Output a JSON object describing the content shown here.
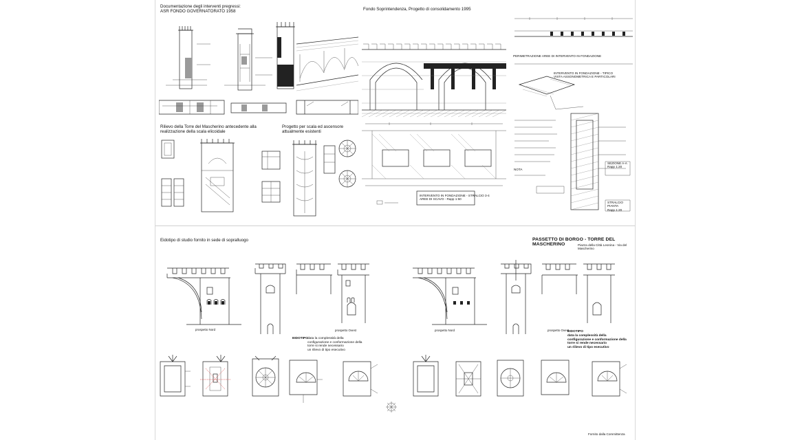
{
  "top_left": {
    "heading": "Documentazione degli interventi pregressi:\nASR FONDO GOVERNATORATO 1958",
    "sub_left": "Rilievo della Torre del Mascherino antecedente alla\nrealizzazione della scala elicoidale",
    "sub_right": "Progetto per scala ed ascensore\nattualmente esistenti"
  },
  "top_center": {
    "heading": "Fondo Soprintendenza, Progetto di consolidamento 1995",
    "stamp": "INTERVENTO IN FONDAZIONE - STRALCIO 3-4\nAREE DI SCAVO - Rapp 1:50"
  },
  "top_right": {
    "label_a": "PERIMETRAZIONE AREE DI INTERVENTO IN FONDAZIONE",
    "label_b": "INTERVENTO IN FONDAZIONE - TIPICO\nVISTA ASSONOMETRICA E PARTICOLARI",
    "label_section": "SEZIONE A-A\nRapp 1:20",
    "label_plan": "STRALCIO PIANTA\nRapp 1:20",
    "note": "NOTA"
  },
  "bottom": {
    "heading": "Eidotipo di studio fornito in sede di sopralluogo",
    "title": "PASSETTO DI BORGO - TORRE DEL MASCHERINO",
    "subtitle": "Piazza della Città Leonina - Via del Mascherino",
    "prospetto_nord_1": "prospetto Nord",
    "prospetto_ovest_1": "prospetto Ovest",
    "prospetto_nord_2": "prospetto Nord",
    "prospetto_ovest_2": "prospetto Ovest",
    "eidotipo_1_label": "EIDOTIPO",
    "eidotipo_1_text": "data la complessità della\nconfigurazione e conformazione della\ntorre si rende necessario\nun rilievo di tipo esecutivo",
    "eidotipo_2_label": "EIDOTIPO",
    "eidotipo_2_text": "data la complessità della\nconfigurazione e conformazione della\ntorre si rende necessario\nun rilievo di tipo esecutivo",
    "footer": "Fornito dalla Committenza"
  }
}
